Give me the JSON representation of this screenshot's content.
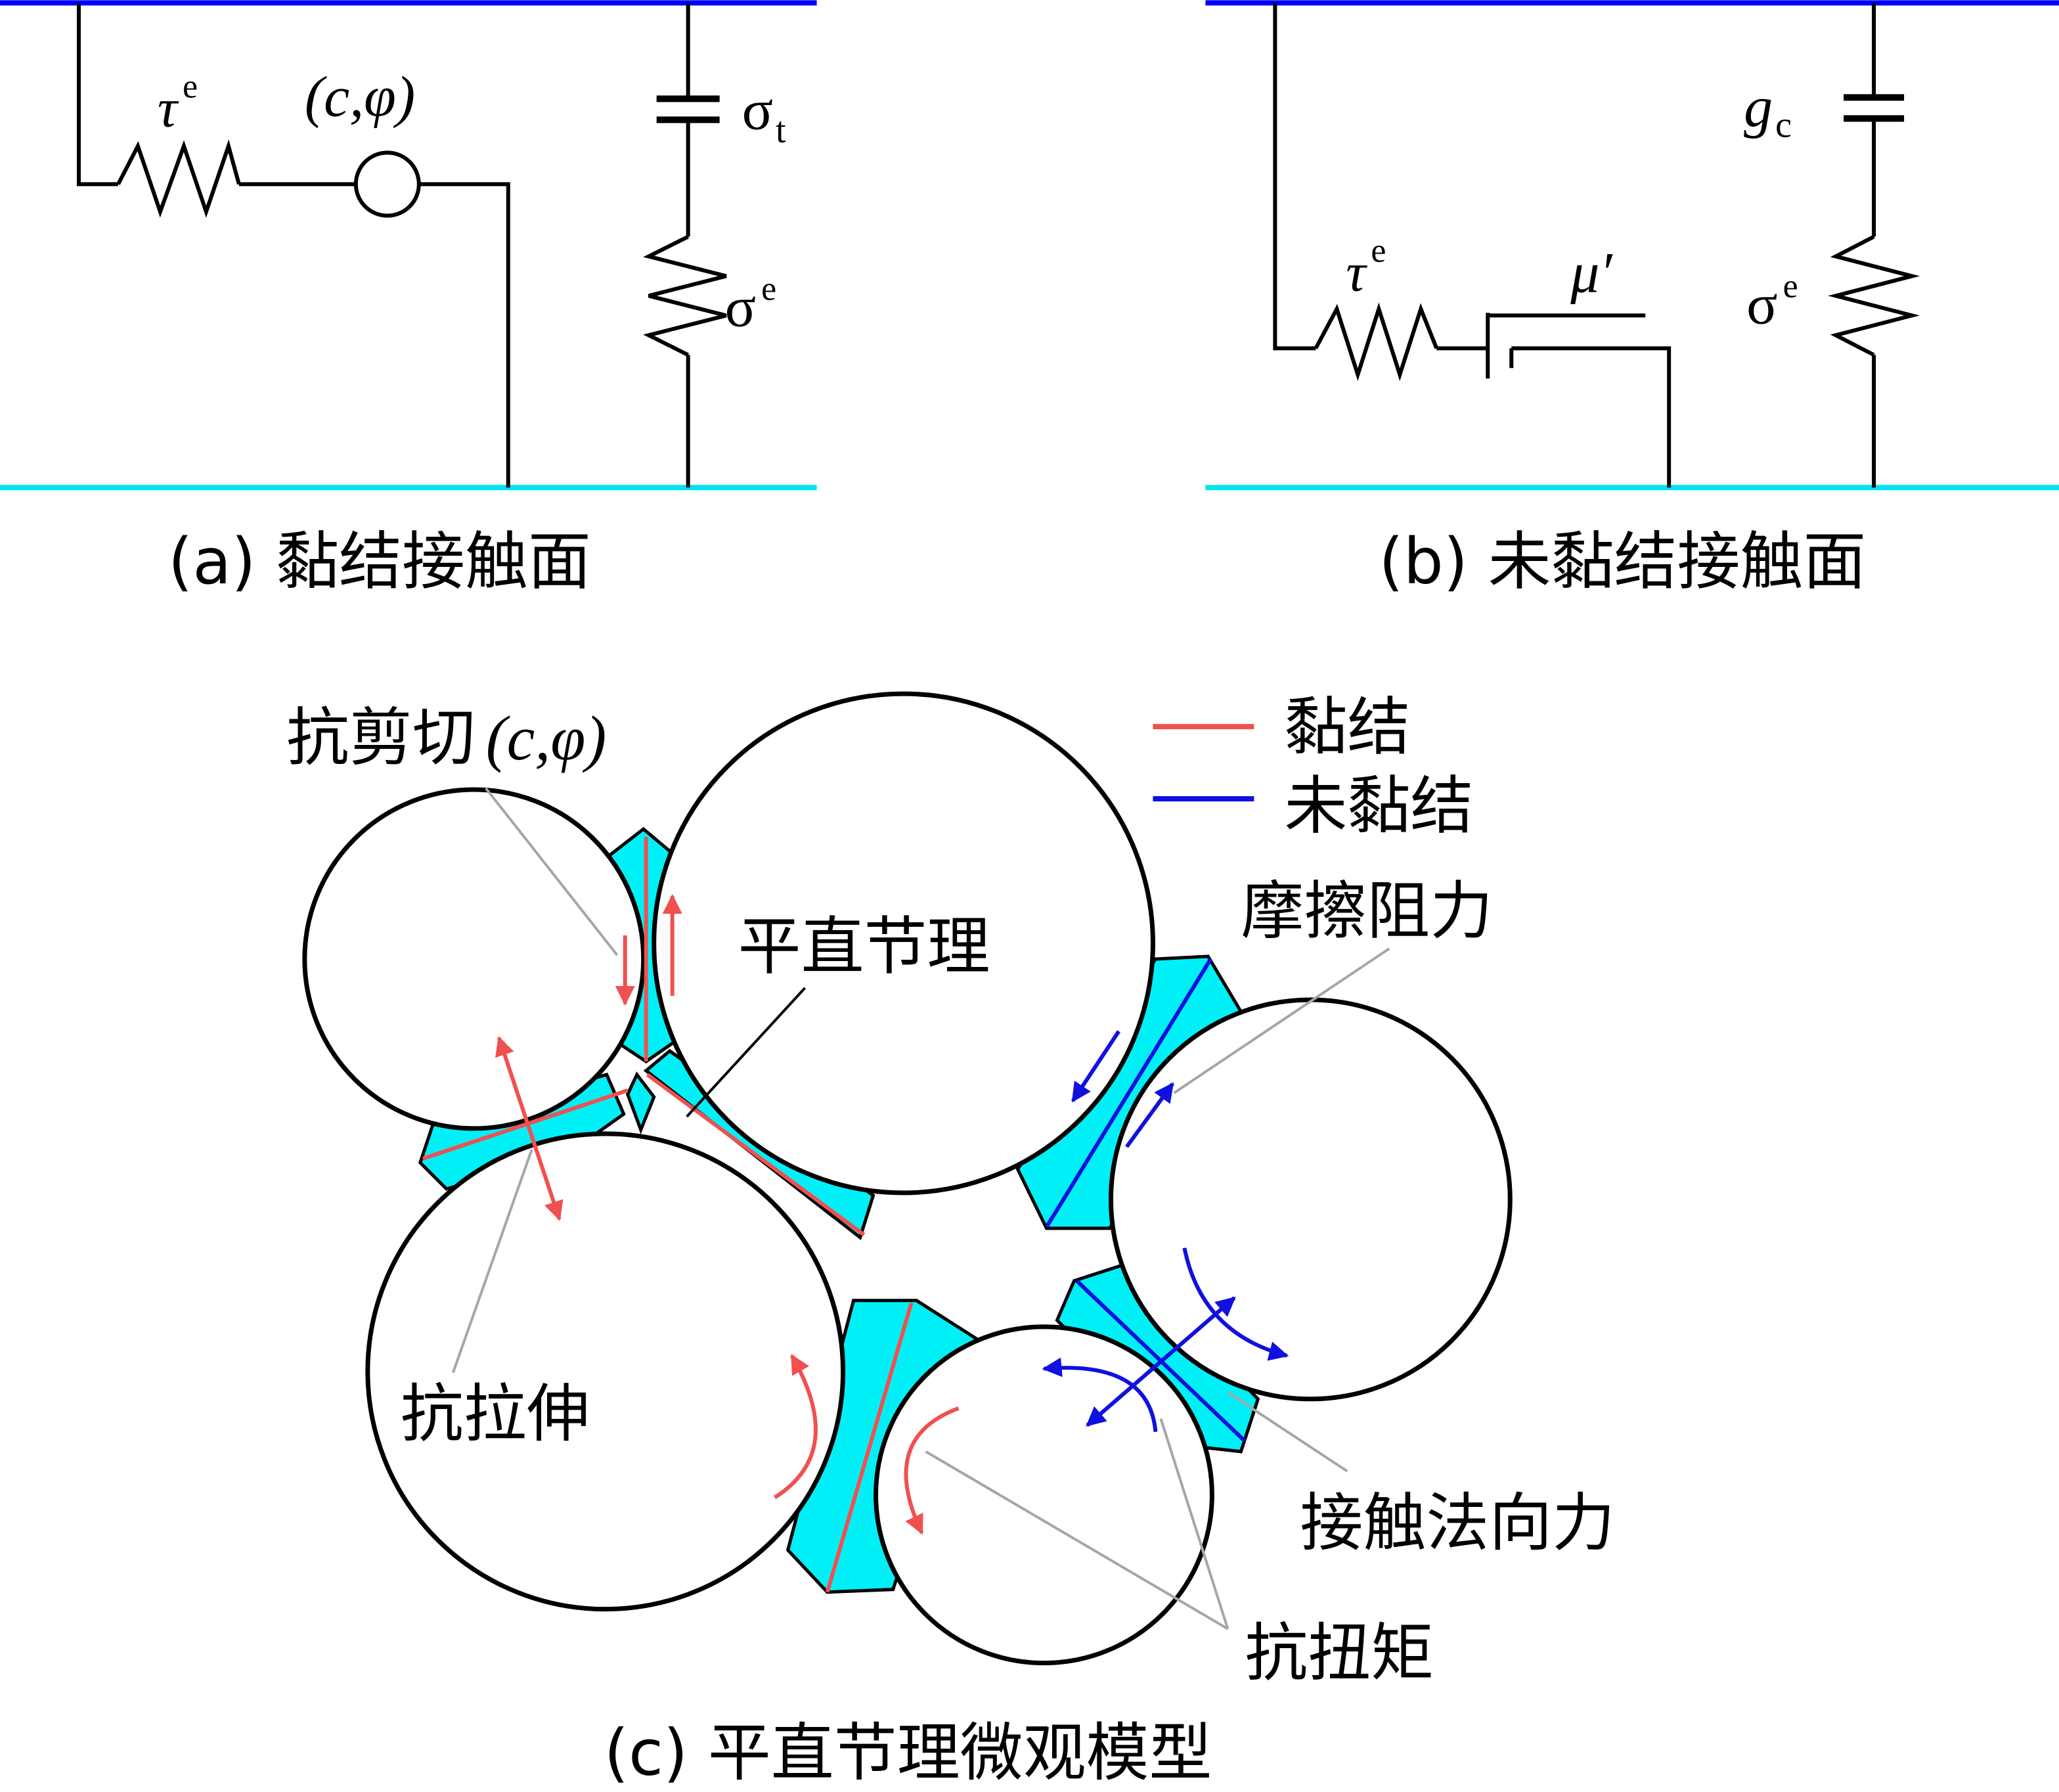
{
  "panel_a": {
    "caption": "(a) 黏结接触面",
    "tau_symbol": "τ",
    "tau_sup": "e",
    "cphi_label": "(c,φ)",
    "sigma_t_symbol": "σ",
    "sigma_t_sub": "t",
    "sigma_e_symbol": "σ",
    "sigma_e_sup": "e"
  },
  "panel_b": {
    "caption": "(b) 未黏结接触面",
    "g_symbol": "g",
    "g_sub": "c",
    "tau_symbol": "τ",
    "tau_sup": "e",
    "mu_label": "μ′",
    "sigma_e_symbol": "σ",
    "sigma_e_sup": "e"
  },
  "panel_c": {
    "caption": "(c) 平直节理微观模型",
    "legend": {
      "bonded": "黏结",
      "unbonded": "未黏结"
    },
    "labels": {
      "shear_prefix": "抗剪切",
      "shear_cphi": "(c,φ)",
      "joint": "平直节理",
      "friction": "摩擦阻力",
      "tension": "抗拉伸",
      "normal_force": "接触法向力",
      "torque": "抗扭矩"
    }
  },
  "colors": {
    "top_wall": "#0000ff",
    "bottom_wall": "#00e5ee",
    "cement": "#00f0f8",
    "bonded": "#f05050",
    "unbonded": "#1010e0",
    "leader": "#a6a6a6"
  }
}
